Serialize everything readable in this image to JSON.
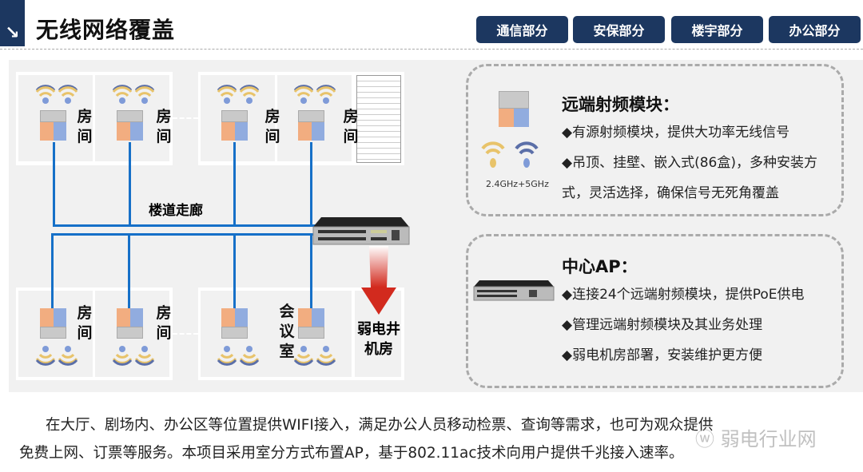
{
  "header": {
    "logo_glyph": "↘",
    "title": "无线网络覆盖"
  },
  "tabs": [
    {
      "label": "通信部分"
    },
    {
      "label": "安保部分"
    },
    {
      "label": "楼宇部分"
    },
    {
      "label": "办公部分"
    }
  ],
  "diagram": {
    "room_label": "房间",
    "meeting_label": "会议室",
    "corridor_label": "楼道走廊",
    "machine_room_label": "弱电井机房",
    "colors": {
      "wire": "#1670c8",
      "tab": "#1c3760",
      "arrow": "#d22a1e"
    }
  },
  "remote_module": {
    "title": "远端射频模块：",
    "freq": "2.4GHz+5GHz",
    "bullets": [
      "◆有源射频模块，提供大功率无线信号",
      "◆吊顶、挂壁、嵌入式(86盒)，多种安装方",
      "式，灵活选择，确保信号无死角覆盖"
    ]
  },
  "central_ap": {
    "title": "中心AP：",
    "bullets": [
      "◆连接24个远端射频模块，提供PoE供电",
      "◆管理远端射频模块及其业务处理",
      "◆弱电机房部署，安装维护更方便"
    ]
  },
  "description": {
    "line1": "在大厅、剧场内、办公区等位置提供WIFI接入，满足办公人员移动检票、查询等需求，也可为观众提供",
    "line2": "免费上网、订票等服务。本项目采用室分方式布置AP，基于802.11ac技术向用户提供千兆接入速率。"
  },
  "watermark": "弱电行业网"
}
